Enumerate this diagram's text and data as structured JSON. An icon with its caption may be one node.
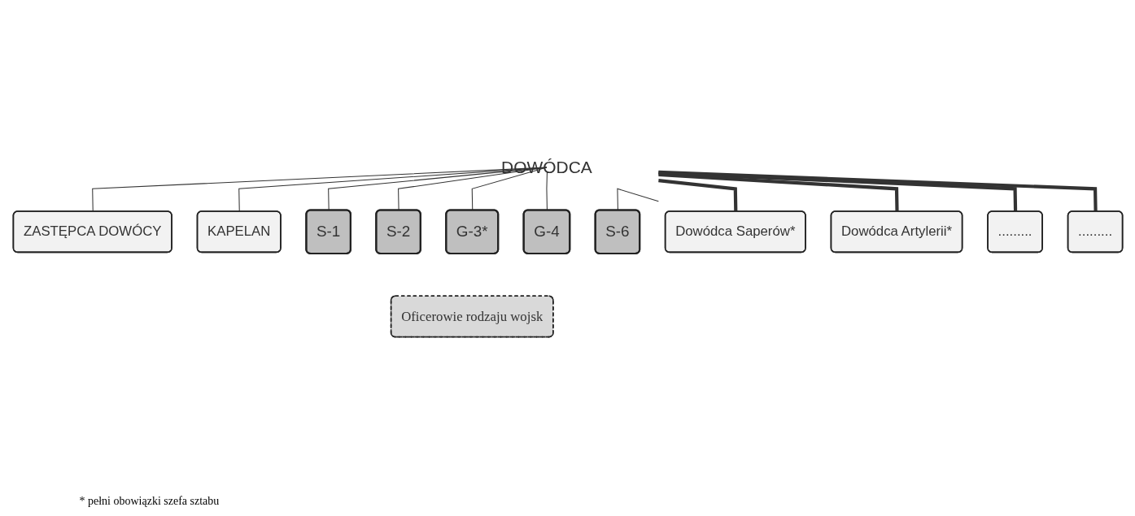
{
  "diagram": {
    "nodes": [
      {
        "text": [
          "DOWÓDCA"
        ]
      },
      {
        "text": [
          "ZASTĘPCA DOWÓCY"
        ]
      },
      {
        "text": [
          "KAPELAN"
        ]
      },
      {
        "text": [
          "S-1"
        ]
      },
      {
        "text": [
          "S-2"
        ]
      },
      {
        "text": [
          "G-3*"
        ]
      },
      {
        "text": [
          "G-4"
        ]
      },
      {
        "text": [
          "S-6"
        ]
      },
      {
        "text": [
          "Oficerowie rodzaju wojsk"
        ]
      },
      {
        "text": [
          "Dowódca Saperów*"
        ]
      },
      {
        "text": [
          "Dowódca Artylerii*"
        ]
      },
      {
        "text": [
          "........."
        ]
      },
      {
        "text": [
          "........."
        ]
      }
    ],
    "edges": [
      {
        "from": 0,
        "to": 1,
        "arrow": "none"
      },
      {
        "from": 0,
        "to": 2,
        "arrow": "none"
      },
      {
        "from": 0,
        "to": 3,
        "arrow": "none"
      },
      {
        "from": 0,
        "to": 4,
        "arrow": "none"
      },
      {
        "from": 0,
        "to": 5,
        "arrow": "none"
      },
      {
        "from": 0,
        "to": 6,
        "arrow": "none"
      },
      {
        "from": 0,
        "to": 7,
        "arrow": "none"
      },
      {
        "from": 0,
        "to": 9,
        "arrow": "none",
        "style": "thick"
      },
      {
        "from": 0,
        "to": 10,
        "arrow": "none",
        "style": "thick"
      },
      {
        "from": 0,
        "to": 11,
        "arrow": "none",
        "style": "thick"
      },
      {
        "from": 0,
        "to": 12,
        "arrow": "none",
        "style": "thick"
      }
    ],
    "labels": [
      "* pełni obowiązki szefa sztabu"
    ]
  }
}
